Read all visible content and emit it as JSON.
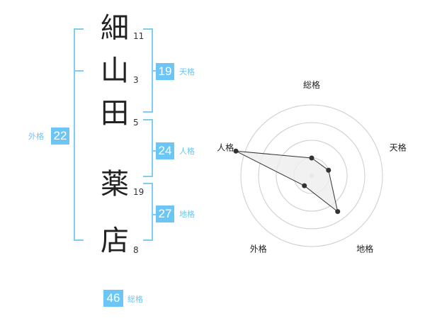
{
  "name_chars": [
    {
      "char": "細",
      "strokes": "11"
    },
    {
      "char": "山",
      "strokes": "3"
    },
    {
      "char": "田",
      "strokes": "5"
    },
    {
      "char": "薬",
      "strokes": "19"
    },
    {
      "char": "店",
      "strokes": "8"
    }
  ],
  "fortunes": {
    "tenkaku": {
      "value": "19",
      "label": "天格"
    },
    "jinkaku": {
      "value": "24",
      "label": "人格"
    },
    "chikaku": {
      "value": "27",
      "label": "地格"
    },
    "gaikaku": {
      "value": "22",
      "label": "外格"
    },
    "soukaku": {
      "value": "46",
      "label": "総格"
    }
  },
  "colors": {
    "accent": "#6cc6f5",
    "grid": "#cccccc",
    "polygon_fill": "#eeeeee",
    "point": "#333333"
  },
  "chart_data": {
    "type": "radar",
    "axes": [
      "総格",
      "天格",
      "地格",
      "外格",
      "人格"
    ],
    "values": [
      1.0,
      1.0,
      2.5,
      0.7,
      4.5
    ],
    "rings": 4,
    "range": [
      0,
      4
    ]
  }
}
